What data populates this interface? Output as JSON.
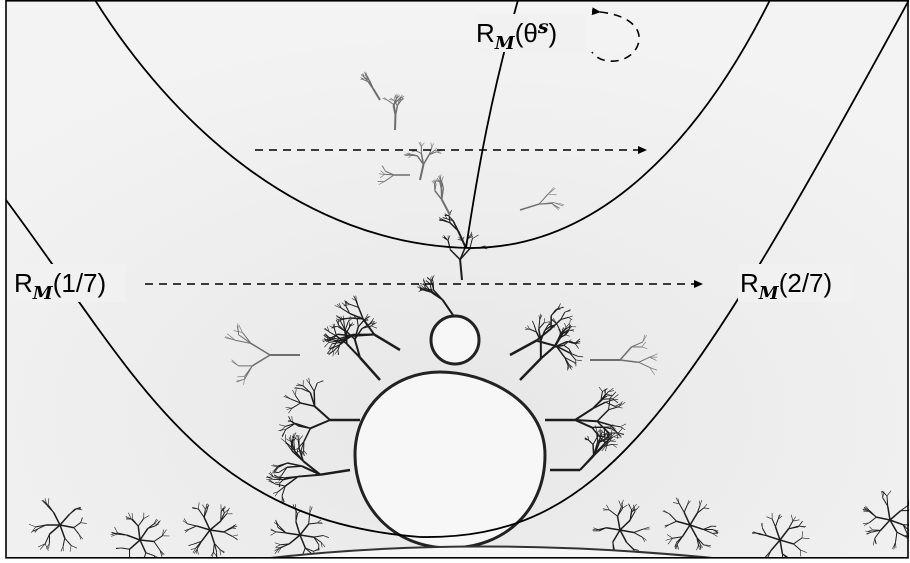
{
  "labels": {
    "left": {
      "base": "R",
      "sub": "M",
      "arg": "(1/7)"
    },
    "right": {
      "base": "R",
      "sub": "M",
      "arg": "(2/7)"
    },
    "top": {
      "base": "R",
      "sub": "M",
      "arg_open": "(θ",
      "sup": "s",
      "arg_close": ")"
    }
  },
  "colors": {
    "background": "#f1f1f1",
    "fractal_dark": "#1c1c1c",
    "fractal_mid": "#6e6e6e",
    "line": "#000000"
  }
}
